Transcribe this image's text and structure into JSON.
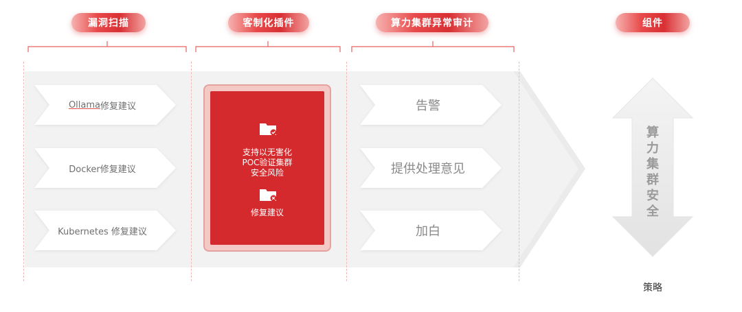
{
  "headers": {
    "vuln_scan": "漏洞扫描",
    "custom_plugin": "客制化插件",
    "compute_audit": "算力集群异常审计",
    "component": "组件"
  },
  "vuln_scan": {
    "items": [
      {
        "prefix": "Ollama",
        "suffix": " 修复建议"
      },
      {
        "prefix": "",
        "suffix": "Docker修复建议"
      },
      {
        "prefix": "",
        "suffix": "Kubernetes 修复建议"
      }
    ]
  },
  "plugin_card": {
    "line1": "支持以无害化",
    "line2": "POC验证集群",
    "line3": "安全风险",
    "line4": "修复建议"
  },
  "audit": {
    "items": [
      "告警",
      "提供处理意见",
      "加白"
    ]
  },
  "component": {
    "arrow_label": [
      "算",
      "力",
      "集",
      "群",
      "安",
      "全"
    ],
    "caption": "策略"
  },
  "colors": {
    "accent": "#d42a2d",
    "band": "#f2f2f2",
    "tag": "#ffffff"
  }
}
